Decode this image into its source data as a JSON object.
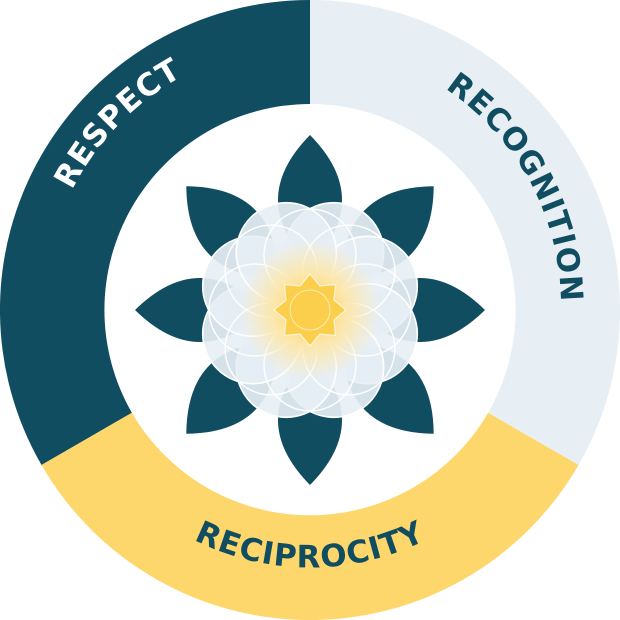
{
  "segments": [
    {
      "label": "RESPECT",
      "fill": "#114d60",
      "text_color": "#ffffff"
    },
    {
      "label": "RECOGNITION",
      "fill": "#e7eff5",
      "text_color": "#114d60"
    },
    {
      "label": "RECIPROCITY",
      "fill": "#fdd76c",
      "text_color": "#114d60"
    }
  ],
  "flower": {
    "outer_petal_color": "#114d60",
    "inner_petal_color": "#e7eff5",
    "glow_color": "#fde7a8",
    "center_color": "#fbcf4c",
    "outer_petal_count": 8,
    "inner_petal_count": 8
  }
}
